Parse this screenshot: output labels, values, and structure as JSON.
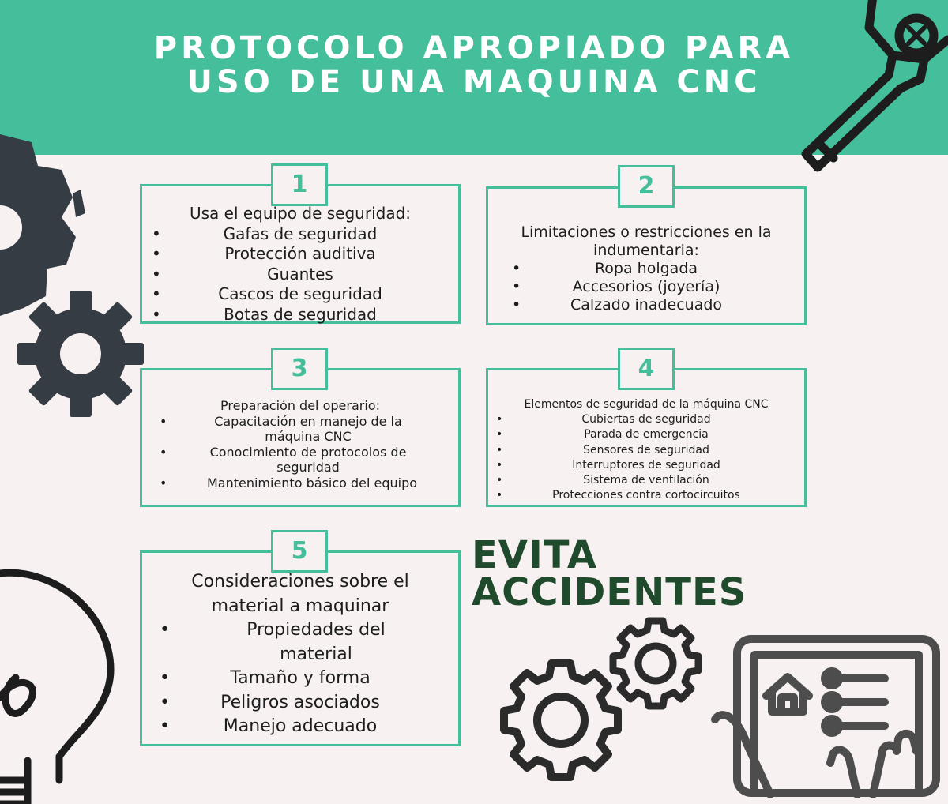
{
  "title": {
    "line1": "PROTOCOLO APROPIADO PARA",
    "line2": "USO DE UNA MAQUINA CNC"
  },
  "cards": [
    {
      "number": "1",
      "heading": "Usa el equipo de seguridad:",
      "items": [
        "Gafas de seguridad",
        "Protección auditiva",
        "Guantes",
        "Cascos de seguridad",
        "Botas de seguridad"
      ]
    },
    {
      "number": "2",
      "heading": "Limitaciones o restricciones en la indumentaria:",
      "items": [
        "Ropa holgada",
        "Accesorios (joyería)",
        "Calzado inadecuado"
      ]
    },
    {
      "number": "3",
      "heading": "Preparación del operario:",
      "items": [
        "Capacitación en manejo de la máquina CNC",
        "Conocimiento de protocolos de seguridad",
        "Mantenimiento básico del equipo"
      ]
    },
    {
      "number": "4",
      "heading": "Elementos de seguridad de la máquina CNC",
      "items": [
        "Cubiertas de seguridad",
        "Parada de emergencia",
        "Sensores de seguridad",
        "Interruptores de seguridad",
        "Sistema de ventilación",
        "Protecciones contra cortocircuitos"
      ]
    },
    {
      "number": "5",
      "heading": "Consideraciones sobre el material a maquinar",
      "items": [
        "Propiedades del material",
        "Tamaño y forma",
        "Peligros asociados",
        "Manejo adecuado"
      ]
    }
  ],
  "callout": {
    "line1": "EVITA",
    "line2": "ACCIDENTES"
  },
  "colors": {
    "accent": "#45bf9b",
    "background": "#f7f1f1",
    "dark_icon": "#353c43",
    "callout": "#1f4a2c"
  },
  "icons": [
    "wrench-icon",
    "gear-icon",
    "lightbulb-icon",
    "tablet-settings-icon"
  ]
}
